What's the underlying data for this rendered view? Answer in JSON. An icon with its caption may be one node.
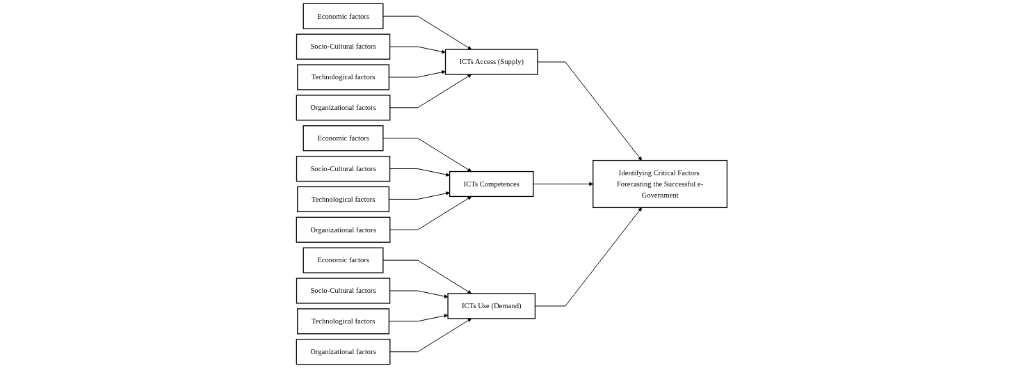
{
  "diagram": {
    "nodes": [
      {
        "text": [
          "Economic factors"
        ]
      },
      {
        "text": [
          "Socio-Cultural factors"
        ]
      },
      {
        "text": [
          "Technological factors"
        ]
      },
      {
        "text": [
          "Organizational factors"
        ]
      },
      {
        "text": [
          "ICTs Access (Supply)"
        ]
      },
      {
        "text": [
          "Economic factors"
        ]
      },
      {
        "text": [
          "Socio-Cultural factors"
        ]
      },
      {
        "text": [
          "Technological factors"
        ]
      },
      {
        "text": [
          "Organizational factors"
        ]
      },
      {
        "text": [
          "ICTs Competences"
        ]
      },
      {
        "text": [
          "Economic factors"
        ]
      },
      {
        "text": [
          "Socio-Cultural factors"
        ]
      },
      {
        "text": [
          "Technological factors"
        ]
      },
      {
        "text": [
          "Organizational factors"
        ]
      },
      {
        "text": [
          "ICTs Use (Demand)"
        ]
      },
      {
        "text": [
          "Identifying Critical Factors Forecasting the Successful e-Government"
        ]
      }
    ],
    "edges": [
      {
        "from": 0,
        "to": 4,
        "arrow": "to"
      },
      {
        "from": 1,
        "to": 4,
        "arrow": "to"
      },
      {
        "from": 2,
        "to": 4,
        "arrow": "to"
      },
      {
        "from": 3,
        "to": 4,
        "arrow": "to"
      },
      {
        "from": 5,
        "to": 9,
        "arrow": "to"
      },
      {
        "from": 6,
        "to": 9,
        "arrow": "to"
      },
      {
        "from": 7,
        "to": 9,
        "arrow": "to"
      },
      {
        "from": 8,
        "to": 9,
        "arrow": "to"
      },
      {
        "from": 10,
        "to": 14,
        "arrow": "to"
      },
      {
        "from": 11,
        "to": 14,
        "arrow": "to"
      },
      {
        "from": 12,
        "to": 14,
        "arrow": "to"
      },
      {
        "from": 13,
        "to": 14,
        "arrow": "to"
      },
      {
        "from": 4,
        "to": 15,
        "arrow": "to"
      },
      {
        "from": 9,
        "to": 15,
        "arrow": "to"
      },
      {
        "from": 14,
        "to": 15,
        "arrow": "to"
      }
    ]
  }
}
